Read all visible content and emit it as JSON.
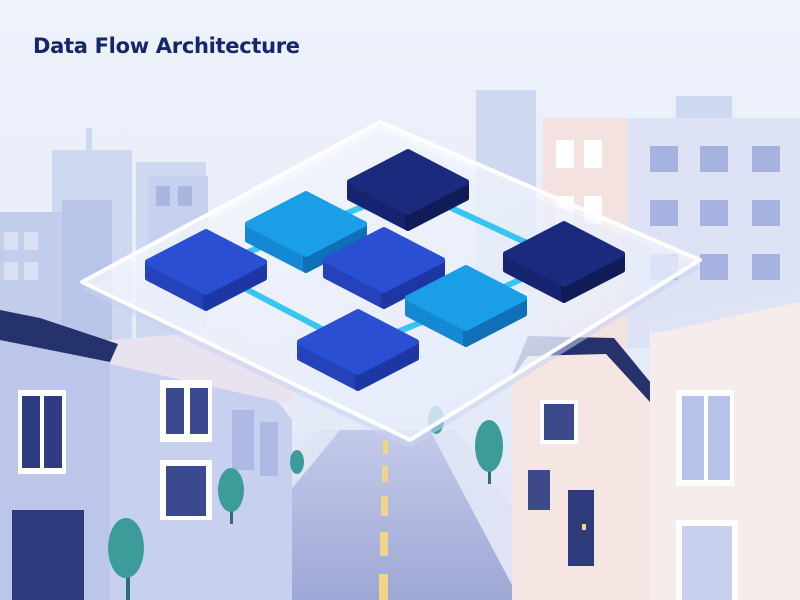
{
  "title": "Data Flow Architecture",
  "colors": {
    "sky_top": "#e9eefa",
    "sky_bottom": "#dde5f6",
    "building_blue": "#b6c2e6",
    "building_light": "#dfe5f5",
    "building_pink": "#f6e7e6",
    "roof_navy": "#27336e",
    "window_blue": "#3c4a8c",
    "road": "#a7b0d9",
    "lane_marking": "#f2d488",
    "tree": "#3c9c9a",
    "panel_fill": "#ffffff",
    "node_navy": "#1b2a7c",
    "node_royal": "#2b4fd2",
    "node_sky": "#1a9ee8",
    "connector": "#36c6f1"
  },
  "diagram": {
    "nodes": [
      {
        "id": "n1",
        "tone": "navy"
      },
      {
        "id": "n2",
        "tone": "sky"
      },
      {
        "id": "n3",
        "tone": "royal"
      },
      {
        "id": "n4",
        "tone": "royal"
      },
      {
        "id": "n5",
        "tone": "navy"
      },
      {
        "id": "n6",
        "tone": "sky"
      },
      {
        "id": "n7",
        "tone": "royal"
      }
    ],
    "edges": [
      [
        "n3",
        "n2"
      ],
      [
        "n2",
        "n1"
      ],
      [
        "n1",
        "n5"
      ],
      [
        "n2",
        "n4"
      ],
      [
        "n3",
        "n7"
      ],
      [
        "n4",
        "n6"
      ],
      [
        "n6",
        "n5"
      ],
      [
        "n7",
        "n6"
      ]
    ]
  }
}
